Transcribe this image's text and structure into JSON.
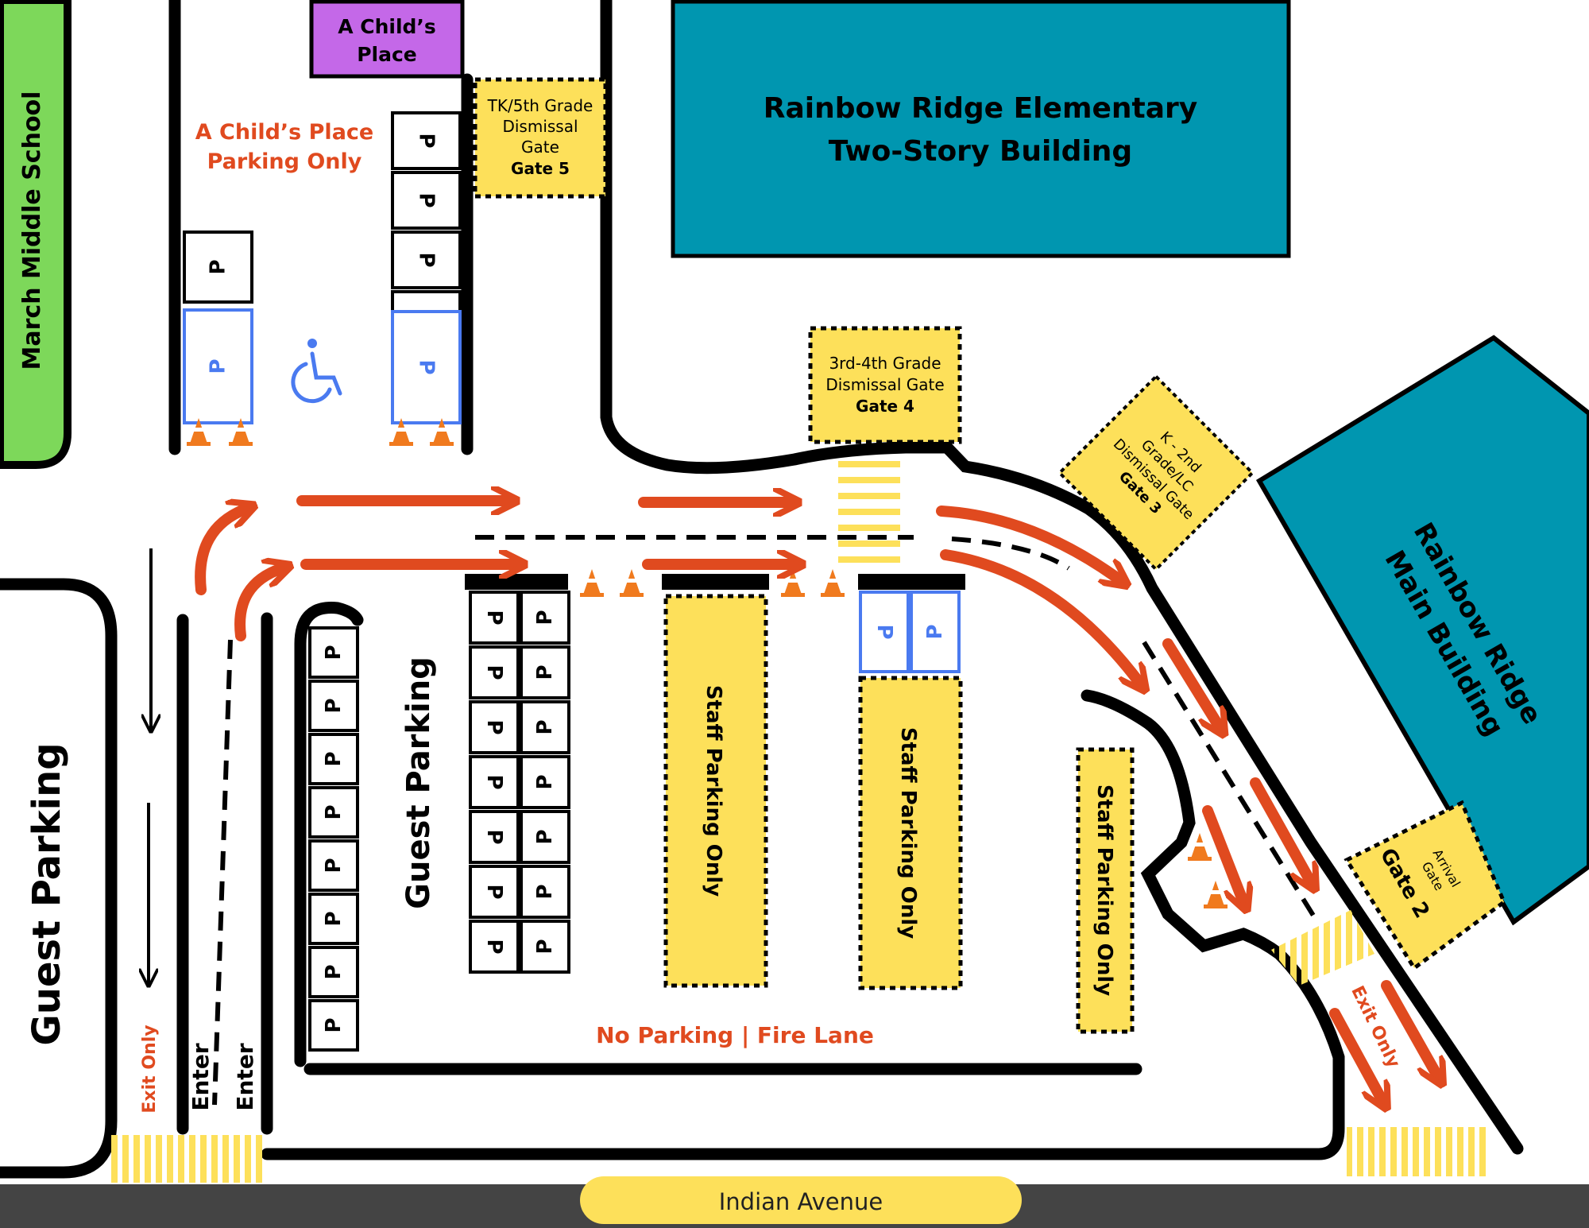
{
  "buildings": {
    "march": "March Middle School",
    "two_story_line1": "Rainbow Ridge Elementary",
    "two_story_line2": "Two-Story Building",
    "main_line1": "Rainbow Ridge",
    "main_line2": "Main Building",
    "childs_place_line1": "A Child’s",
    "childs_place_line2": "Place"
  },
  "gates": {
    "gate5": {
      "line1": "TK/5th Grade",
      "line2": "Dismissal",
      "line3": "Gate",
      "name": "Gate 5"
    },
    "gate4": {
      "line1": "3rd-4th Grade",
      "line2": "Dismissal Gate",
      "name": "Gate 4"
    },
    "gate3": {
      "line1": "K - 2nd",
      "line2": "Grade/LC",
      "line3": "Dismissal Gate",
      "name": "Gate 3"
    },
    "gate2": {
      "line1": "Arrival",
      "line2": "Gate",
      "name": "Gate 2"
    }
  },
  "labels": {
    "childs_parking_line1": "A Child’s Place",
    "childs_parking_line2": "Parking Only",
    "guest_parking_left": "Guest Parking",
    "guest_parking_center": "Guest Parking",
    "staff_parking": "Staff Parking Only",
    "fire_lane": "No Parking | Fire Lane",
    "exit_only_left": "Exit Only",
    "exit_only_right": "Exit Only",
    "enter": "Enter",
    "street": "Indian Avenue",
    "parking_symbol": "P"
  },
  "colors": {
    "arrow": "#e04a1f",
    "gate": "#fde05a",
    "teal_building": "#0096b0",
    "green_building": "#7dd85a",
    "purple_building": "#c468e8",
    "accessible": "#4a7af0",
    "road": "#444444"
  }
}
